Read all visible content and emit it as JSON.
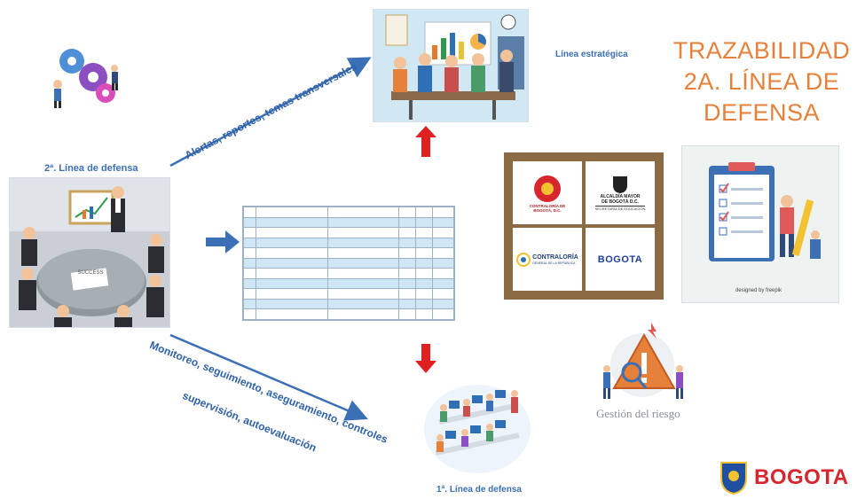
{
  "title": {
    "line1": "TRAZABILIDAD",
    "line2": "2A. LÍNEA DE",
    "line3": "DEFENSA"
  },
  "labels": {
    "linea_estrategica": "Línea estratégica",
    "segunda_linea": "2ª. Línea de defensa",
    "primera_linea": "1ª. Línea de defensa",
    "gestion_riesgo": "Gestión del riesgo"
  },
  "arrows": {
    "upper": "Alertas, reportes, temas transversales",
    "lower_line1": "Monitoreo, seguimiento, aseguramiento, controles",
    "lower_line2": "supervisión, autoevaluación"
  },
  "logos": {
    "contraloria_bogota": "CONTRALORÍA DE BOGOTÁ, D.C.",
    "alcaldia_line1": "ALCALDÍA MAYOR",
    "alcaldia_line2": "DE BOGOTÁ D.C.",
    "alcaldia_line3": "SECRETARÍA DE EDUCACIÓN",
    "contraloria_general": "CONTRALORÍA",
    "contraloria_general_sub": "GENERAL DE LA REPÚBLICA",
    "bogota": "BOGOTA",
    "corner_logo": "BOGOTA"
  },
  "illustration_text": {
    "meeting_board": "SUCCESS",
    "freepik_credit": "designed by freepik"
  },
  "colors": {
    "title": "#e5813a",
    "label_blue": "#3a6fb5",
    "arrow_blue": "#3b6fb6",
    "red_arrow": "#e02020",
    "risk_gray": "#8a8f96"
  }
}
